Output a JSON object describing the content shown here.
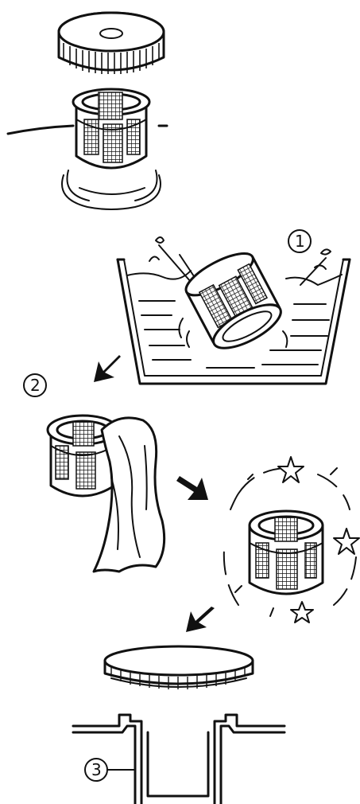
{
  "steps": [
    {
      "marker": "①"
    },
    {
      "marker": "②"
    },
    {
      "marker": "③"
    }
  ],
  "icons": {
    "arrow": "arrow-icon",
    "star": "sparkle-star-icon"
  }
}
